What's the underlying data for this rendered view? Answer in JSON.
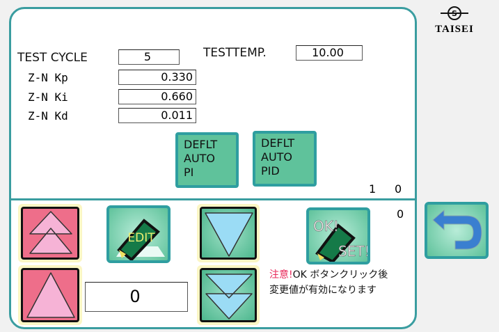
{
  "logo": {
    "text": "TAISEI"
  },
  "params": {
    "test_cycle": {
      "label": "TEST CYCLE",
      "value": "5"
    },
    "test_temp": {
      "label": "TESTTEMP.",
      "value": "10.00"
    },
    "kp": {
      "label": "Z-N Kp",
      "value": "0.330"
    },
    "ki": {
      "label": "Z-N Ki",
      "value": "0.660"
    },
    "kd": {
      "label": "Z-N Kd",
      "value": "0.011"
    }
  },
  "buttons": {
    "deflt_pi": [
      "DEFLT",
      "AUTO",
      "PI"
    ],
    "deflt_pid": [
      "DEFLT",
      "AUTO",
      "PID"
    ],
    "edit": "EDIT",
    "ok": "OK!",
    "set": "SET!"
  },
  "indicators": {
    "a": "1",
    "b": "0",
    "c": "0"
  },
  "step_value": "0",
  "notice": {
    "warn": "注意!",
    "line1": "OK ボタンクリック後",
    "line2": "変更値が有効になります"
  },
  "colors": {
    "accent": "#3a9da0",
    "button": "#5fc29b",
    "up": "#ee6e8a",
    "warn": "#e8285a"
  }
}
